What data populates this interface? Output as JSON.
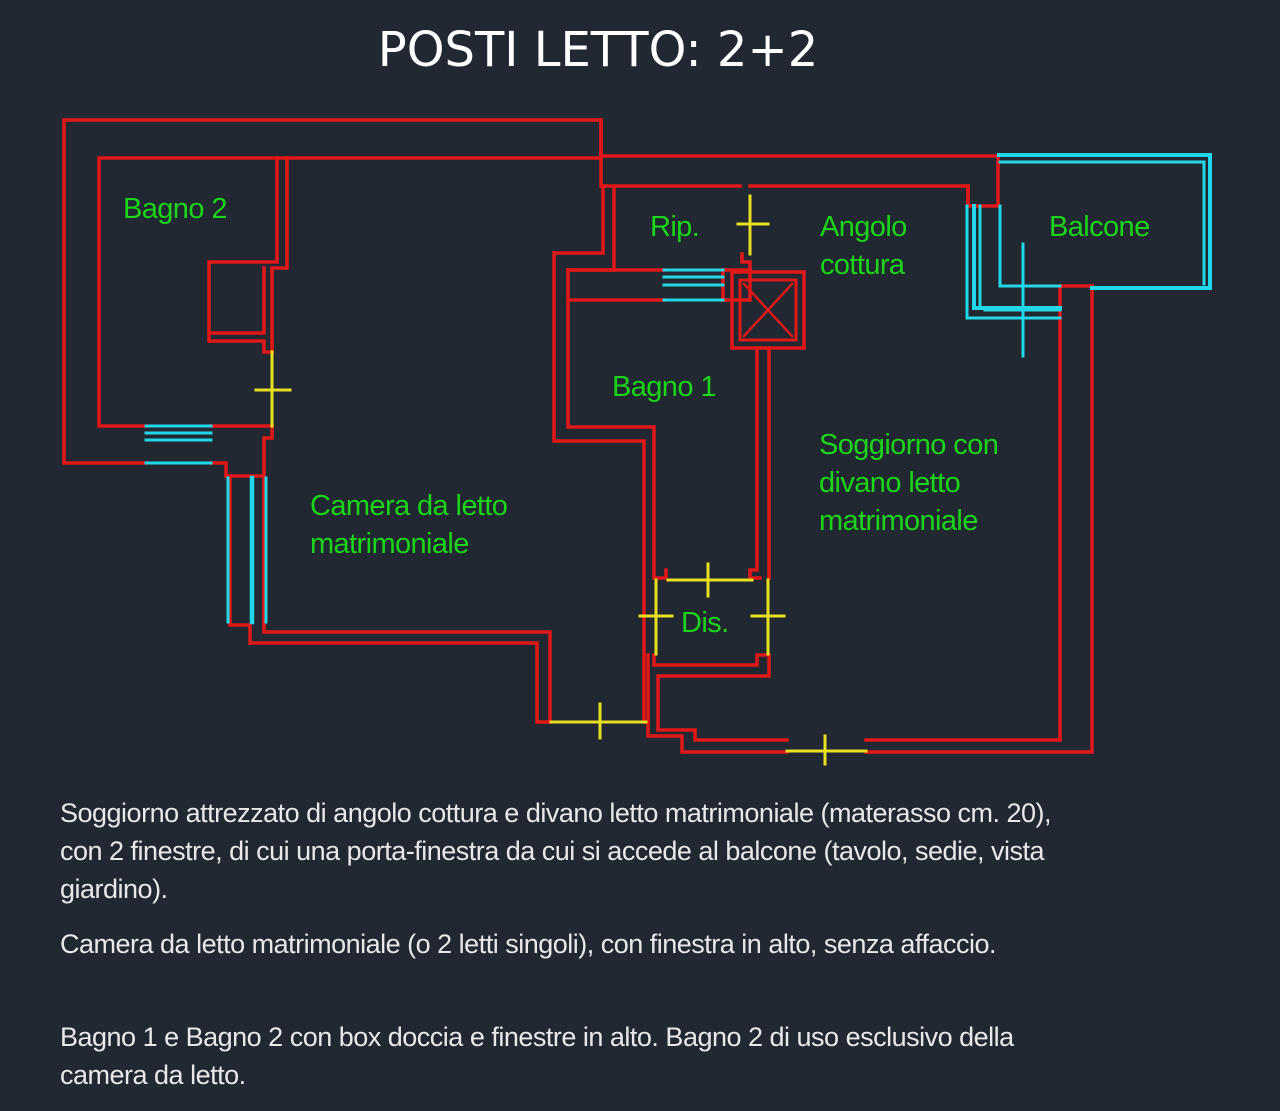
{
  "title": "POSTI LETTO: 2+2",
  "colors": {
    "background": "#212832",
    "walls": "#e01818",
    "windows": "#22d8e8",
    "doors": "#e8e020",
    "labels": "#1ed21e",
    "text": "#e8e8e8"
  },
  "rooms": {
    "bagno2": "Bagno 2",
    "rip": "Rip.",
    "angolo": "Angolo\ncottura",
    "balcone": "Balcone",
    "bagno1": "Bagno 1",
    "soggiorno": "Soggiorno con\ndivano letto\nmatrimoniale",
    "camera": "Camera da letto\nmatrimoniale",
    "dis": "Dis."
  },
  "description": [
    "Soggiorno attrezzato di angolo cottura e divano letto matrimoniale (materasso cm. 20), con 2 finestre, di cui una porta-finestra da cui si accede al balcone (tavolo, sedie, vista giardino).",
    "Camera da letto matrimoniale (o 2 letti singoli), con finestra in alto, senza affaccio.",
    "Bagno 1 e Bagno 2 con box doccia e finestre in alto. Bagno 2 di uso esclusivo della camera da letto."
  ]
}
